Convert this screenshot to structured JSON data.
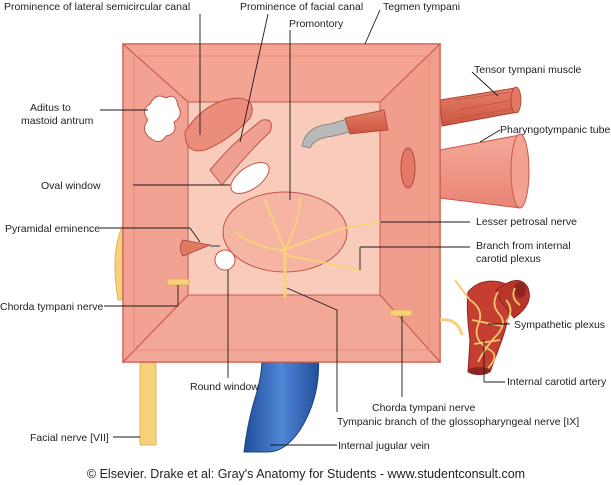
{
  "labels": {
    "lateral_canal": "Prominence of lateral semicircular canal",
    "facial_canal": "Prominence of facial canal",
    "tegmen": "Tegmen tympani",
    "promontory": "Promontory",
    "tensor": "Tensor tympani muscle",
    "aditus_1": "Aditus to",
    "aditus_2": "mastoid antrum",
    "pharyngotympanic": "Pharyngotympanic tube",
    "oval_window": "Oval window",
    "pyramidal": "Pyramidal eminence",
    "lesser_petrosal": "Lesser petrosal nerve",
    "carotid_branch_1": "Branch from internal",
    "carotid_branch_2": "carotid plexus",
    "chorda_left": "Chorda tympani nerve",
    "sympathetic": "Sympathetic plexus",
    "internal_carotid": "Internal carotid artery",
    "round_window": "Round window",
    "chorda_right": "Chorda tympani nerve",
    "tympanic_branch": "Tympanic branch of the glossopharyngeal nerve [IX]",
    "facial_nerve": "Facial nerve [VII]",
    "jugular": "Internal jugular vein"
  },
  "credit": "© Elsevier. Drake et al: Gray's Anatomy for Students - www.studentconsult.com",
  "colors": {
    "wall": "#f4a898",
    "wall_inner": "#f7bba9",
    "back_wall": "#f9cbbb",
    "edge": "#c8584c",
    "muscle": "#e06a55",
    "nerve": "#f8d27a",
    "vein": "#3a6fc0",
    "artery": "#c63d32"
  }
}
